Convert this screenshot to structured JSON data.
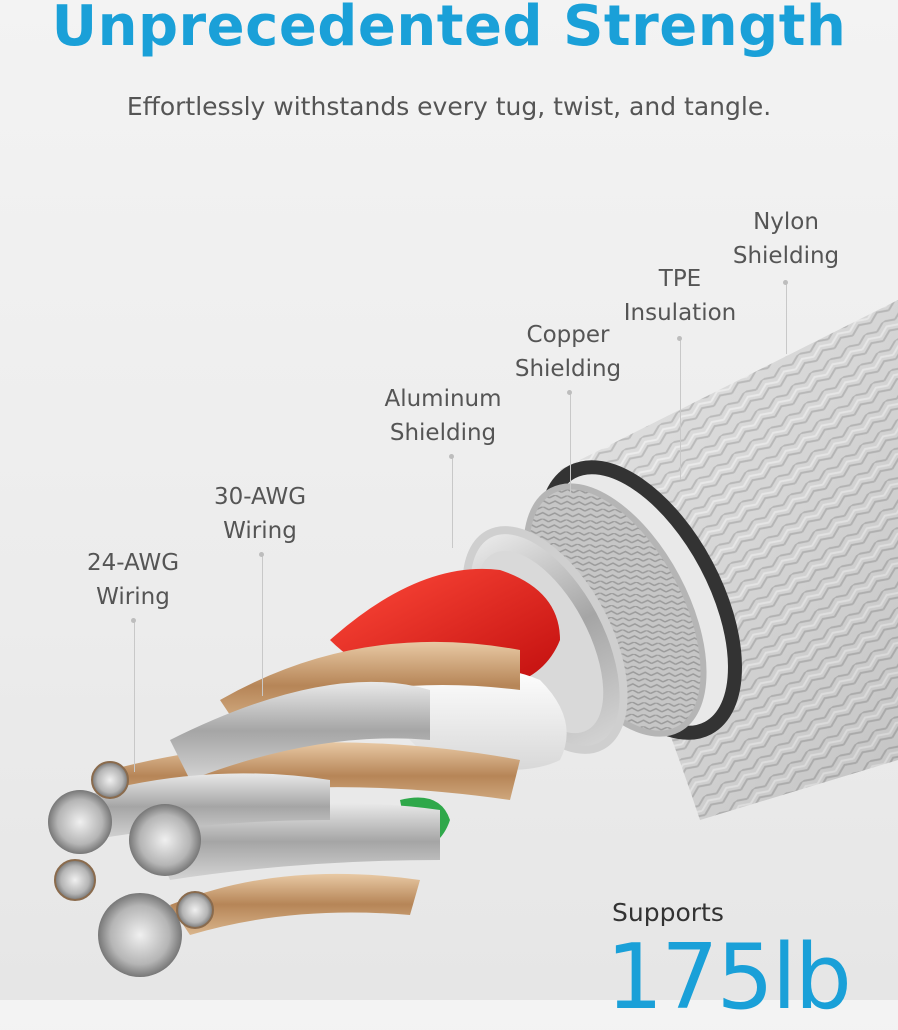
{
  "header": {
    "title": "Unprecedented Strength",
    "subtitle": "Effortlessly withstands every tug, twist, and tangle."
  },
  "layers": [
    {
      "line1": "Nylon",
      "line2": "Shielding"
    },
    {
      "line1": "TPE",
      "line2": "Insulation"
    },
    {
      "line1": "Copper",
      "line2": "Shielding"
    },
    {
      "line1": "Aluminum",
      "line2": "Shielding"
    },
    {
      "line1": "30-AWG",
      "line2": "Wiring"
    },
    {
      "line1": "24-AWG",
      "line2": "Wiring"
    }
  ],
  "strength": {
    "label": "Supports",
    "value": "175lb"
  },
  "colors": {
    "accent": "#1aa0d8",
    "text": "#555555",
    "wire_red": "#e01b1b",
    "wire_green": "#2fa84a",
    "copper": "#c89b6e"
  },
  "illustration": "braided cable cross-section"
}
